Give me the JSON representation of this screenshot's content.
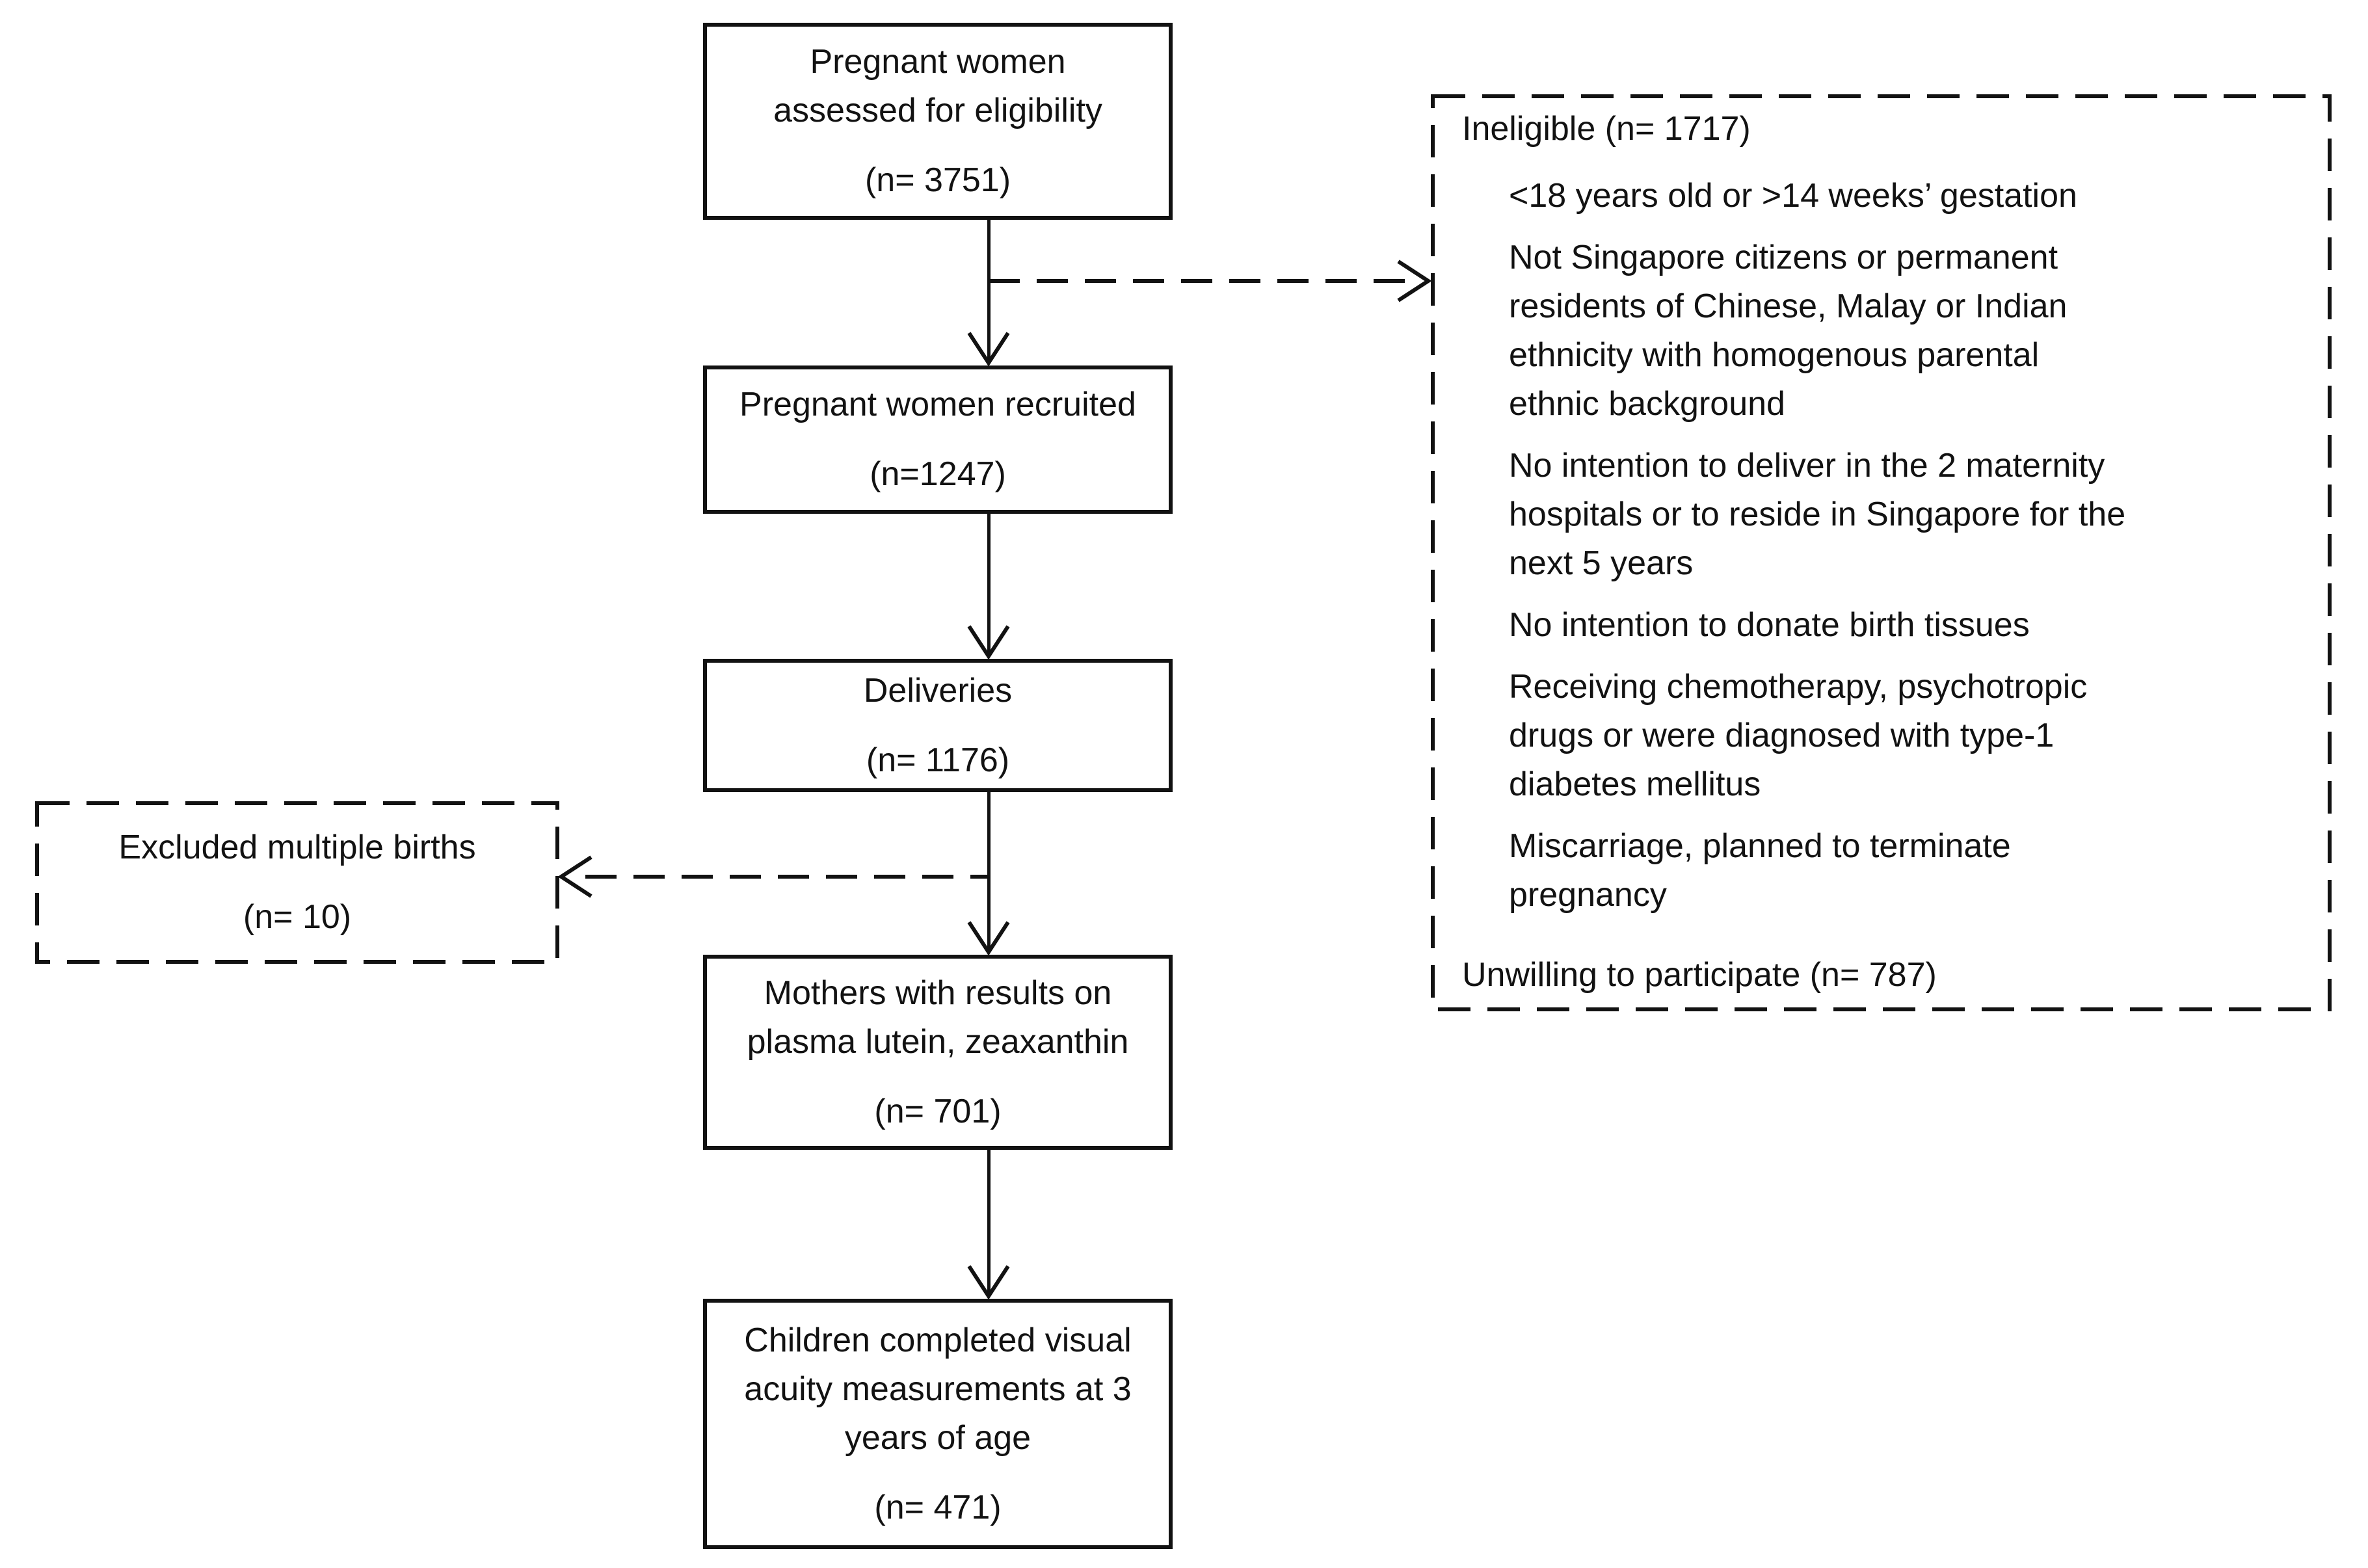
{
  "figure": {
    "background_color": "#ffffff",
    "line_color": "#121212",
    "boxes": {
      "assessed": {
        "label": [
          "Pregnant women",
          "assessed for eligibility"
        ],
        "count": "(n= 3751)"
      },
      "recruited": {
        "label": [
          "Pregnant women recruited"
        ],
        "count": "(n=1247)"
      },
      "deliveries": {
        "label": [
          "Deliveries"
        ],
        "count": "(n= 1176)"
      },
      "plasma": {
        "label": [
          "Mothers with results on",
          "plasma lutein, zeaxanthin"
        ],
        "count": "(n= 701)"
      },
      "acuity": {
        "label": [
          "Children completed visual",
          "acuity measurements at 3",
          "years of age"
        ],
        "count": "(n= 471)"
      },
      "excluded": {
        "label": [
          "Excluded multiple births"
        ],
        "count": "(n= 10)"
      }
    },
    "ineligible": {
      "title": "Ineligible (n= 1717)",
      "reasons": [
        [
          "<18 years old or >14 weeks’ gestation"
        ],
        [
          "Not Singapore citizens or permanent",
          "residents of Chinese, Malay or Indian",
          "ethnicity with homogenous parental",
          "ethnic background"
        ],
        [
          "No intention to deliver in the 2 maternity",
          "hospitals or to reside in Singapore for the",
          "next 5 years"
        ],
        [
          "No intention to donate birth tissues"
        ],
        [
          "Receiving chemotherapy, psychotropic",
          "drugs or were diagnosed with type-1",
          "diabetes mellitus"
        ],
        [
          "Miscarriage, planned to terminate",
          "pregnancy"
        ]
      ],
      "footer": "Unwilling to participate (n= 787)"
    }
  }
}
